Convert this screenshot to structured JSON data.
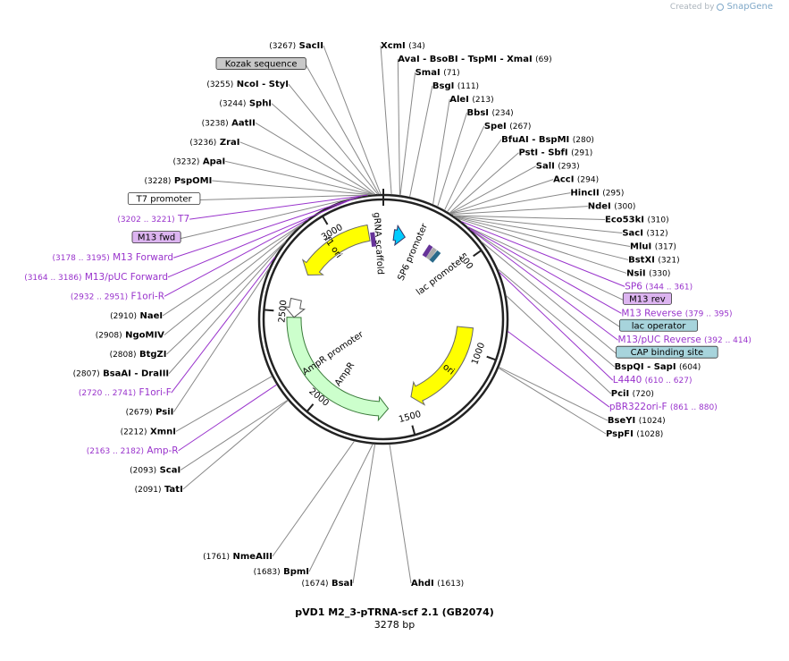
{
  "credit": {
    "prefix": "Created by",
    "brand": "SnapGene"
  },
  "plasmid": {
    "name": "pVD1 M2_3-pTRNA-scf 2.1 (GB2074)",
    "length_label": "3278 bp",
    "length": 3278
  },
  "colors": {
    "primer": "#9933cc",
    "enzyme": "#000000",
    "feature_box_gray": "#c8c8c8",
    "feature_box_purple": "#dcb4f0",
    "feature_box_blue": "#a7d4dc",
    "ori": "#ffff00",
    "ampr": "#ccffcc",
    "f1ori": "#ffff00",
    "grna": "#00ccff"
  },
  "ticks": [
    {
      "label": "500",
      "pos": 500
    },
    {
      "label": "1000",
      "pos": 1000
    },
    {
      "label": "1500",
      "pos": 1500
    },
    {
      "label": "2000",
      "pos": 2000
    },
    {
      "label": "2500",
      "pos": 2500
    },
    {
      "label": "3000",
      "pos": 3000
    }
  ],
  "features": [
    {
      "label": "ori",
      "start": 870,
      "end": 1460
    },
    {
      "label": "AmpR",
      "start": 1610,
      "end": 2470
    },
    {
      "label": "AmpR promoter",
      "start": 2470,
      "end": 2575
    },
    {
      "label": "f1 ori",
      "start": 2735,
      "end": 3190
    },
    {
      "label": "gRNA scaffold",
      "start": 3170,
      "end": 3250
    },
    {
      "label": "SP6 promoter",
      "start": 85,
      "end": 125
    },
    {
      "label": "lac promoter",
      "start": 430,
      "end": 460
    }
  ],
  "labels": [
    {
      "kind": "box",
      "text": "Kozak sequence",
      "style": "gray",
      "pos": 3260
    },
    {
      "kind": "enzyme",
      "text": "SacII",
      "pos_text": "(3267)",
      "pos": 3267
    },
    {
      "kind": "enzyme",
      "text": "XcmI",
      "pos_text": "(34)",
      "pos": 34
    },
    {
      "kind": "enzyme",
      "text": "AvaI - BsoBI - TspMI - XmaI",
      "pos_text": "(69)",
      "pos": 69
    },
    {
      "kind": "enzyme",
      "text": "SmaI",
      "pos_text": "(71)",
      "pos": 71
    },
    {
      "kind": "enzyme",
      "text": "BsgI",
      "pos_text": "(111)",
      "pos": 111
    },
    {
      "kind": "enzyme",
      "text": "AleI",
      "pos_text": "(213)",
      "pos": 213
    },
    {
      "kind": "enzyme",
      "text": "BbsI",
      "pos_text": "(234)",
      "pos": 234
    },
    {
      "kind": "enzyme",
      "text": "SpeI",
      "pos_text": "(267)",
      "pos": 267
    },
    {
      "kind": "enzyme",
      "text": "BfuAI - BspMI",
      "pos_text": "(280)",
      "pos": 280
    },
    {
      "kind": "enzyme",
      "text": "PstI - SbfI",
      "pos_text": "(291)",
      "pos": 291
    },
    {
      "kind": "enzyme",
      "text": "SalI",
      "pos_text": "(293)",
      "pos": 293
    },
    {
      "kind": "enzyme",
      "text": "AccI",
      "pos_text": "(294)",
      "pos": 294
    },
    {
      "kind": "enzyme",
      "text": "HincII",
      "pos_text": "(295)",
      "pos": 295
    },
    {
      "kind": "enzyme",
      "text": "NdeI",
      "pos_text": "(300)",
      "pos": 300
    },
    {
      "kind": "enzyme",
      "text": "Eco53kI",
      "pos_text": "(310)",
      "pos": 310
    },
    {
      "kind": "enzyme",
      "text": "SacI",
      "pos_text": "(312)",
      "pos": 312
    },
    {
      "kind": "enzyme",
      "text": "MluI",
      "pos_text": "(317)",
      "pos": 317
    },
    {
      "kind": "enzyme",
      "text": "BstXI",
      "pos_text": "(321)",
      "pos": 321
    },
    {
      "kind": "enzyme",
      "text": "NsiI",
      "pos_text": "(330)",
      "pos": 330
    },
    {
      "kind": "primer",
      "text": "SP6",
      "pos_text": "(344 .. 361)",
      "pos": 352
    },
    {
      "kind": "box",
      "text": "M13 rev",
      "style": "purple",
      "pos": 385
    },
    {
      "kind": "primer",
      "text": "M13 Reverse",
      "pos_text": "(379 .. 395)",
      "pos": 387
    },
    {
      "kind": "box",
      "text": "lac operator",
      "style": "blue",
      "pos": 400
    },
    {
      "kind": "primer",
      "text": "M13/pUC Reverse",
      "pos_text": "(392 .. 414)",
      "pos": 403
    },
    {
      "kind": "box",
      "text": "CAP binding site",
      "style": "blue",
      "pos": 470
    },
    {
      "kind": "enzyme",
      "text": "BspQI - SapI",
      "pos_text": "(604)",
      "pos": 604
    },
    {
      "kind": "primer",
      "text": "L4440",
      "pos_text": "(610 .. 627)",
      "pos": 618
    },
    {
      "kind": "enzyme",
      "text": "PciI",
      "pos_text": "(720)",
      "pos": 720
    },
    {
      "kind": "primer",
      "text": "pBR322ori-F",
      "pos_text": "(861 .. 880)",
      "pos": 870
    },
    {
      "kind": "enzyme",
      "text": "BseYI",
      "pos_text": "(1024)",
      "pos": 1024
    },
    {
      "kind": "enzyme",
      "text": "PspFI",
      "pos_text": "(1028)",
      "pos": 1028
    },
    {
      "kind": "enzyme",
      "text": "AhdI",
      "pos_text": "(1613)",
      "pos": 1613
    },
    {
      "kind": "enzyme",
      "text": "BsaI",
      "pos_text": "(1674)",
      "pos": 1674
    },
    {
      "kind": "enzyme",
      "text": "BpmI",
      "pos_text": "(1683)",
      "pos": 1683
    },
    {
      "kind": "enzyme",
      "text": "NmeAIII",
      "pos_text": "(1761)",
      "pos": 1761
    },
    {
      "kind": "enzyme",
      "text": "TatI",
      "pos_text": "(2091)",
      "pos": 2091
    },
    {
      "kind": "enzyme",
      "text": "ScaI",
      "pos_text": "(2093)",
      "pos": 2093
    },
    {
      "kind": "primer",
      "text": "Amp-R",
      "pos_text": "(2163 .. 2182)",
      "pos": 2172
    },
    {
      "kind": "enzyme",
      "text": "XmnI",
      "pos_text": "(2212)",
      "pos": 2212
    },
    {
      "kind": "enzyme",
      "text": "PsiI",
      "pos_text": "(2679)",
      "pos": 2679
    },
    {
      "kind": "primer",
      "text": "F1ori-F",
      "pos_text": "(2720 .. 2741)",
      "pos": 2730
    },
    {
      "kind": "enzyme",
      "text": "BsaAI - DraIII",
      "pos_text": "(2807)",
      "pos": 2807
    },
    {
      "kind": "enzyme",
      "text": "BtgZI",
      "pos_text": "(2808)",
      "pos": 2808
    },
    {
      "kind": "enzyme",
      "text": "NgoMIV",
      "pos_text": "(2908)",
      "pos": 2908
    },
    {
      "kind": "enzyme",
      "text": "NaeI",
      "pos_text": "(2910)",
      "pos": 2910
    },
    {
      "kind": "primer",
      "text": "F1ori-R",
      "pos_text": "(2932 .. 2951)",
      "pos": 2941
    },
    {
      "kind": "primer",
      "text": "M13/pUC Forward",
      "pos_text": "(3164 .. 3186)",
      "pos": 3175
    },
    {
      "kind": "primer",
      "text": "M13 Forward",
      "pos_text": "(3178 .. 3195)",
      "pos": 3186
    },
    {
      "kind": "box",
      "text": "M13 fwd",
      "style": "purple",
      "pos": 3190
    },
    {
      "kind": "primer",
      "text": "T7",
      "pos_text": "(3202 .. 3221)",
      "pos": 3211
    },
    {
      "kind": "box",
      "text": "T7 promoter",
      "style": "white",
      "pos": 3215
    },
    {
      "kind": "enzyme",
      "text": "PspOMI",
      "pos_text": "(3228)",
      "pos": 3228
    },
    {
      "kind": "enzyme",
      "text": "ApaI",
      "pos_text": "(3232)",
      "pos": 3232
    },
    {
      "kind": "enzyme",
      "text": "ZraI",
      "pos_text": "(3236)",
      "pos": 3236
    },
    {
      "kind": "enzyme",
      "text": "AatII",
      "pos_text": "(3238)",
      "pos": 3238
    },
    {
      "kind": "enzyme",
      "text": "SphI",
      "pos_text": "(3244)",
      "pos": 3244
    },
    {
      "kind": "enzyme",
      "text": "NcoI - StyI",
      "pos_text": "(3255)",
      "pos": 3255
    }
  ]
}
